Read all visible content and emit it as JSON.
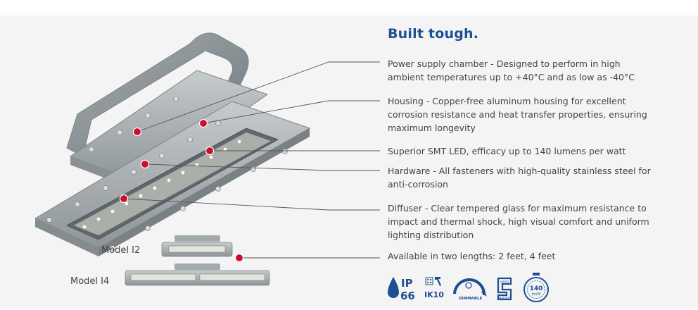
{
  "heading": "Built tough.",
  "features": [
    {
      "text": "Power supply chamber - Designed to perform in high ambient temperatures up to +40°C and as low as -40°C"
    },
    {
      "text": "Housing - Copper-free aluminum housing for excellent corrosion resistance and heat transfer properties, ensuring maximum longevity"
    },
    {
      "text": "Superior SMT LED, efficacy up to 140 lumens per watt"
    },
    {
      "text": "Hardware - All fasteners with high-quality stainless steel for anti-corrosion"
    },
    {
      "text": "Diffuser - Clear tempered glass for maximum resistance to impact and thermal shock, high visual comfort and uniform lighting distribution"
    },
    {
      "text": "Available in two lengths: 2 feet, 4 feet"
    }
  ],
  "models": {
    "i2": "Model I2",
    "i4": "Model I4"
  },
  "badges": {
    "ip_top": "IP",
    "ip_bottom": "66",
    "ik": "IK10",
    "dimmable": "DIMMABLE",
    "warranty_top": "years",
    "warranty_bottom": "warranty",
    "efficacy_value": "140",
    "efficacy_unit": "lm/W"
  },
  "colors": {
    "heading": "#1d4f91",
    "badge": "#1d4f91",
    "marker": "#c8102e",
    "leader": "#555555",
    "band": "#f4f4f4"
  },
  "icons": [
    "water-drop-icon",
    "impact-hammer-icon",
    "dimming-icon",
    "warranty-icon",
    "efficacy-badge-icon"
  ]
}
